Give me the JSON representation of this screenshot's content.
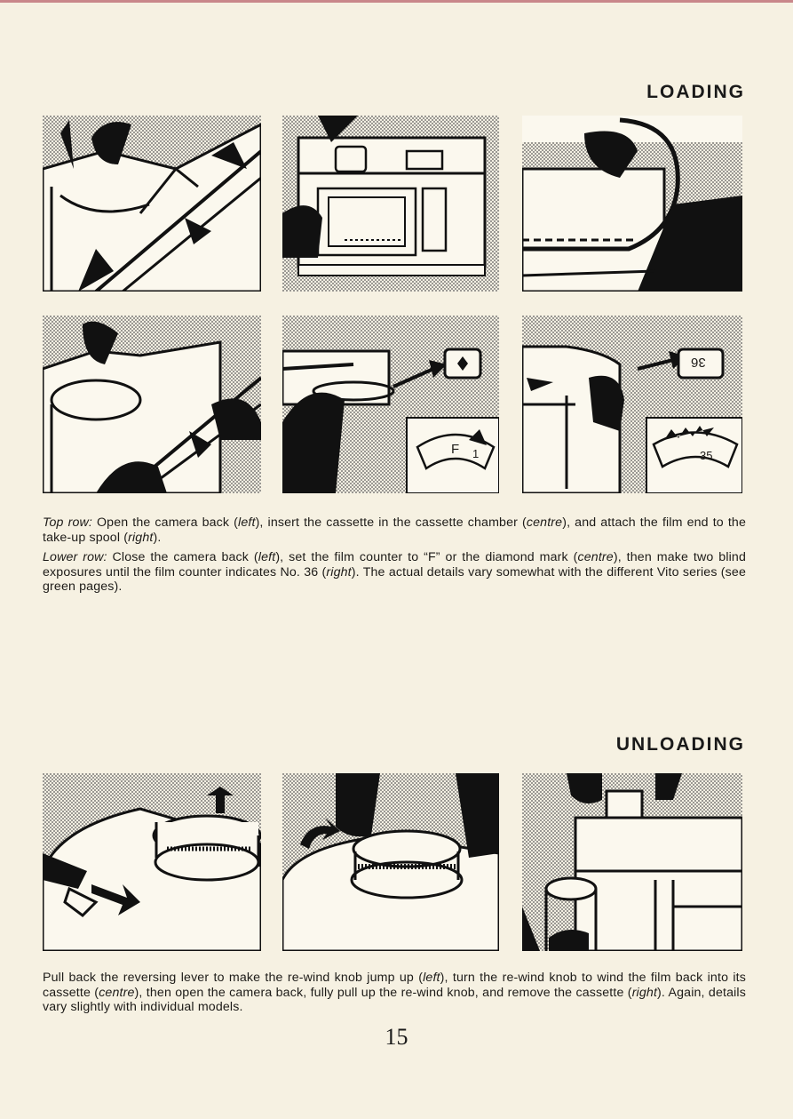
{
  "sections": {
    "loading_title": "LOADING",
    "unloading_title": "UNLOADING"
  },
  "loading_caption": {
    "top_row": {
      "lead": "Top row:",
      "p1": " Open the camera back (",
      "left": "left",
      "p2": "), insert the cassette in the cassette chamber (",
      "centre": "centre",
      "p3": "), and attach the film end to the take-up spool (",
      "right": "right",
      "p4": ")."
    },
    "lower_row": {
      "lead": "Lower row:",
      "p1": " Close the camera back (",
      "left": "left",
      "p2": "), set the film counter to “F” or the diamond mark (",
      "centre": "centre",
      "p3": "), then make two blind exposures until the film counter indicates No. 36 (",
      "right": "right",
      "p4": "). The actual details vary somewhat with the different Vito series (see green pages)."
    }
  },
  "unloading_caption": {
    "p1": "Pull back the reversing lever to make the re-wind knob jump up (",
    "left": "left",
    "p2": "), turn the re-wind knob to wind the film back into its cassette (",
    "centre": "centre",
    "p3": "), then open the camera back, fully pull up the re-wind knob, and remove the cassette (",
    "right": "right",
    "p4": "). Again, details vary slightly with individual models."
  },
  "dial_labels": {
    "f_mark": "F",
    "one": "1",
    "thirty_five": "35",
    "counter_36": "36"
  },
  "page_number": "15"
}
